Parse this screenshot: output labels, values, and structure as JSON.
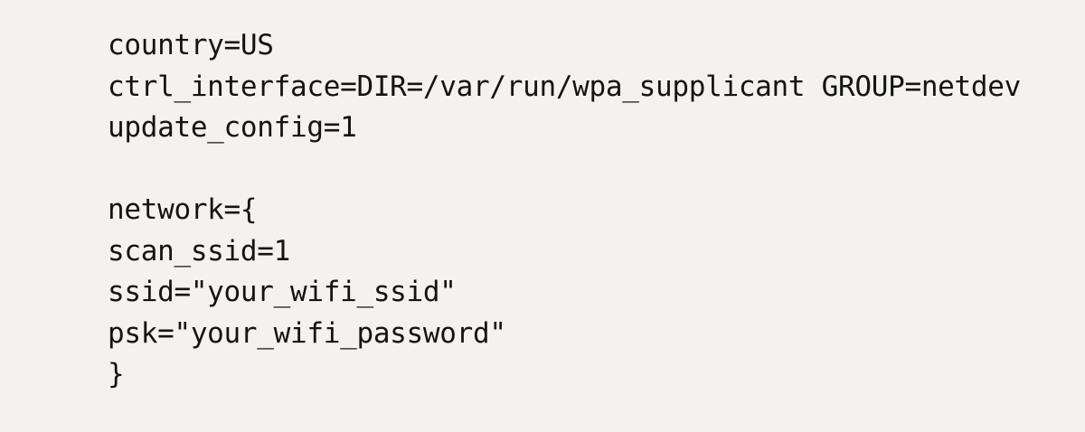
{
  "lines": [
    "country=US",
    "ctrl_interface=DIR=/var/run/wpa_supplicant GROUP=netdev",
    "update_config=1",
    "",
    "network={",
    "scan_ssid=1",
    "ssid=\"your_wifi_ssid\"",
    "psk=\"your_wifi_password\"",
    "}"
  ]
}
